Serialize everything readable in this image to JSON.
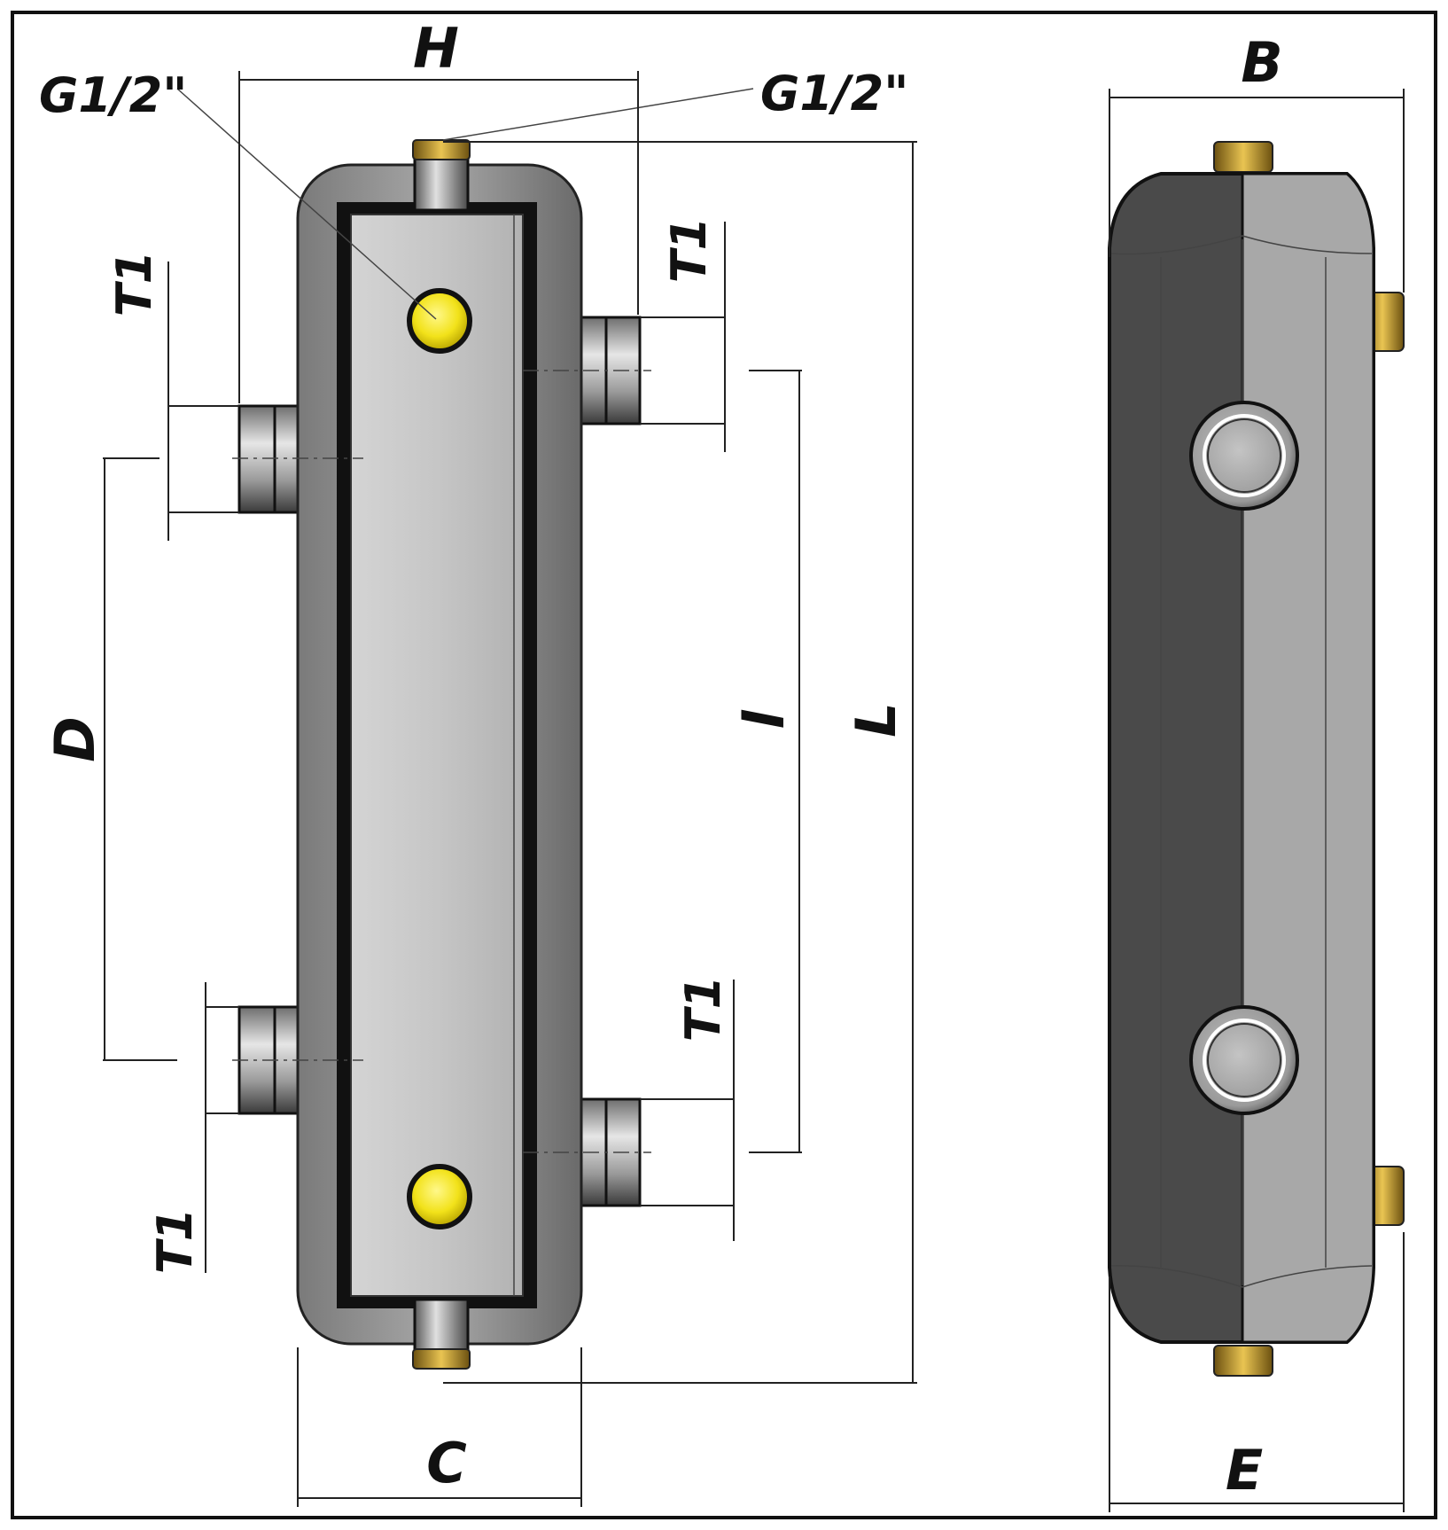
{
  "labels": {
    "H": "H",
    "C": "C",
    "B": "B",
    "E": "E",
    "L": "L",
    "l": "l",
    "D": "D",
    "T1": "T1",
    "G": "G1/2\""
  },
  "colors": {
    "frame": "#111111",
    "jacket": "#8a8a8a",
    "body_light": "#c8c8c8",
    "body_dark": "#5a5a5a",
    "brass": "#c8a23a",
    "vent": "#f0e020"
  }
}
